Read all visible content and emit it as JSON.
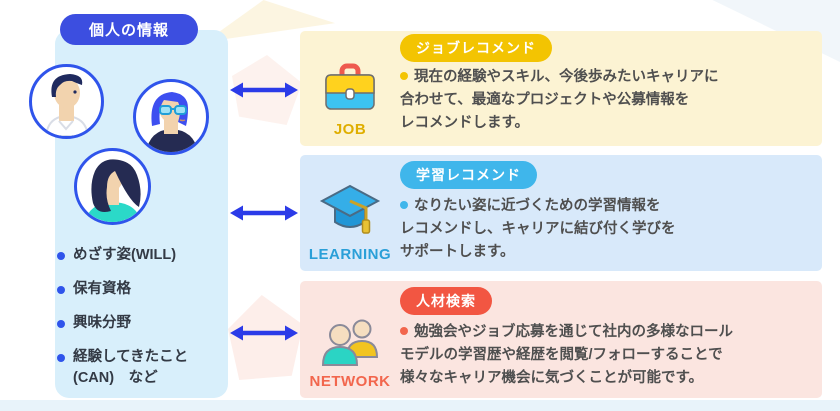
{
  "diagram": {
    "personal_info": {
      "title": "個人の情報",
      "items": [
        "めざす姿(WILL)",
        "保有資格",
        "興味分野",
        "経験してきたこと\n(CAN)　など"
      ]
    },
    "sections": [
      {
        "key": "job",
        "label": "JOB",
        "badge": "ジョブレコメンド",
        "description": "現在の経験やスキル、今後歩みたいキャリアに\n合わせて、最適なプロジェクトや公募情報を\nレコメンドします。",
        "accent_color": "#f3c402",
        "panel_color": "#fcf3d3",
        "label_color": "#dfae00",
        "icon": "briefcase-icon"
      },
      {
        "key": "learning",
        "label": "LEARNING",
        "badge": "学習レコメンド",
        "description": "なりたい姿に近づくための学習情報を\nレコメンドし、キャリアに結び付く学びを\nサポートします。",
        "accent_color": "#3fb6eb",
        "panel_color": "#d8e9fa",
        "label_color": "#2a9fd8",
        "icon": "graduation-cap-icon"
      },
      {
        "key": "network",
        "label": "NETWORK",
        "badge": "人材検索",
        "description": "勉強会やジョブ応募を通じて社内の多様なロール\nモデルの学習歴や経歴を閲覧/フォローすることで\n様々なキャリア機会に気づくことが可能です。",
        "accent_color": "#f25642",
        "panel_color": "#fbe5e0",
        "label_color": "#f2664d",
        "icon": "people-icon"
      }
    ],
    "connector": {
      "style": "double-headed-arrow",
      "color": "#2b3be8"
    },
    "left_panel_color": "#d8effb",
    "title_pill_color": "#3c4ee0",
    "list_bullet_color": "#2f54eb"
  }
}
